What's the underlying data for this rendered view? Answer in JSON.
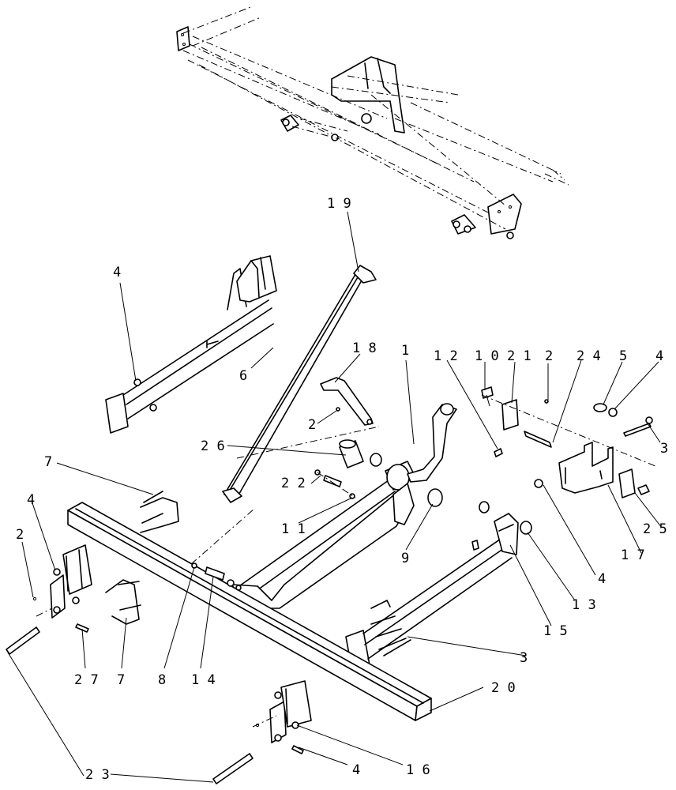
{
  "callouts": [
    {
      "id": "c-19",
      "text": "1 9"
    },
    {
      "id": "c-4a",
      "text": "4"
    },
    {
      "id": "c-6",
      "text": "6"
    },
    {
      "id": "c-18",
      "text": "1 8"
    },
    {
      "id": "c-1a",
      "text": "1"
    },
    {
      "id": "c-12",
      "text": "1 2"
    },
    {
      "id": "c-10",
      "text": "1 0"
    },
    {
      "id": "c-21",
      "text": "2 1"
    },
    {
      "id": "c-2a",
      "text": "2"
    },
    {
      "id": "c-24",
      "text": "2 4"
    },
    {
      "id": "c-5",
      "text": "5"
    },
    {
      "id": "c-4b",
      "text": "4"
    },
    {
      "id": "c-3a",
      "text": "3"
    },
    {
      "id": "c-2b",
      "text": "2"
    },
    {
      "id": "c-26",
      "text": "2 6"
    },
    {
      "id": "c-22",
      "text": "2 2"
    },
    {
      "id": "c-11",
      "text": "1 1"
    },
    {
      "id": "c-7a",
      "text": "7"
    },
    {
      "id": "c-4c",
      "text": "4"
    },
    {
      "id": "c-2c",
      "text": "2"
    },
    {
      "id": "c-9",
      "text": "9"
    },
    {
      "id": "c-25",
      "text": "2 5"
    },
    {
      "id": "c-17",
      "text": "1 7"
    },
    {
      "id": "c-4d",
      "text": "4"
    },
    {
      "id": "c-13",
      "text": "1 3"
    },
    {
      "id": "c-15",
      "text": "1 5"
    },
    {
      "id": "c-3b",
      "text": "3"
    },
    {
      "id": "c-27",
      "text": "2 7"
    },
    {
      "id": "c-7b",
      "text": "7"
    },
    {
      "id": "c-8",
      "text": "8"
    },
    {
      "id": "c-14",
      "text": "1 4"
    },
    {
      "id": "c-20",
      "text": "2 0"
    },
    {
      "id": "c-23",
      "text": "2 3"
    },
    {
      "id": "c-4e",
      "text": "4"
    },
    {
      "id": "c-16",
      "text": "1 6"
    }
  ]
}
